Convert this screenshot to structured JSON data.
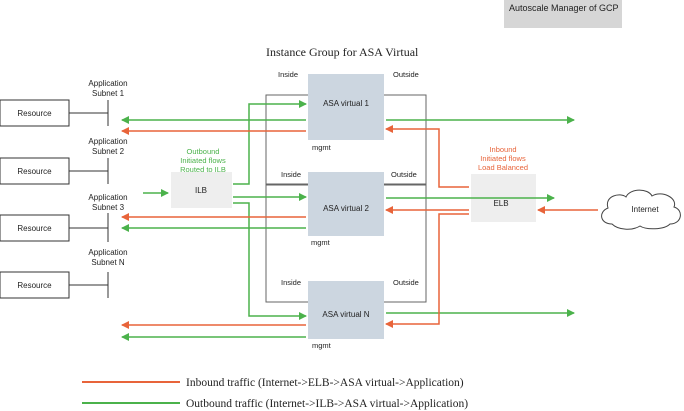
{
  "header": {
    "title": "Autoscale Manager of GCP"
  },
  "diagram": {
    "group_title": "Instance Group for ASA Virtual",
    "resources": [
      "Resource",
      "Resource",
      "Resource",
      "Resource"
    ],
    "subnets": [
      [
        "Application",
        "Subnet 1"
      ],
      [
        "Application",
        "Subnet 2"
      ],
      [
        "Application",
        "Subnet 3"
      ],
      [
        "Application",
        "Subnet N"
      ]
    ],
    "asa": [
      {
        "name": "ASA virtual 1",
        "inside": "Inside",
        "outside": "Outside",
        "mgmt": "mgmt"
      },
      {
        "name": "ASA virtual 2",
        "inside": "Inside",
        "outside": "Outside",
        "mgmt": "mgmt"
      },
      {
        "name": "ASA virtual N",
        "inside": "Inside",
        "outside": "Outside",
        "mgmt": "mgmt"
      }
    ],
    "ilb": {
      "label": "ILB",
      "note": [
        "Outbound",
        "Initiated flows",
        "Routed to ILB"
      ]
    },
    "elb": {
      "label": "ELB",
      "note": [
        "Inbound",
        "Initiated flows",
        "Load Balanced"
      ]
    },
    "internet": "Internet"
  },
  "legend": {
    "inbound": "Inbound traffic (Internet->ELB->ASA virtual->Application)",
    "outbound": "Outbound traffic (Internet->ILB->ASA virtual->Application)"
  },
  "colors": {
    "inbound": "#e8643a",
    "outbound": "#4bb24b",
    "asa_fill": "#ccd6e0",
    "lb_fill": "#eeeeee",
    "header_fill": "#d6d6d6",
    "ilb_note": "#4bb24b",
    "elb_note": "#e8643a"
  }
}
